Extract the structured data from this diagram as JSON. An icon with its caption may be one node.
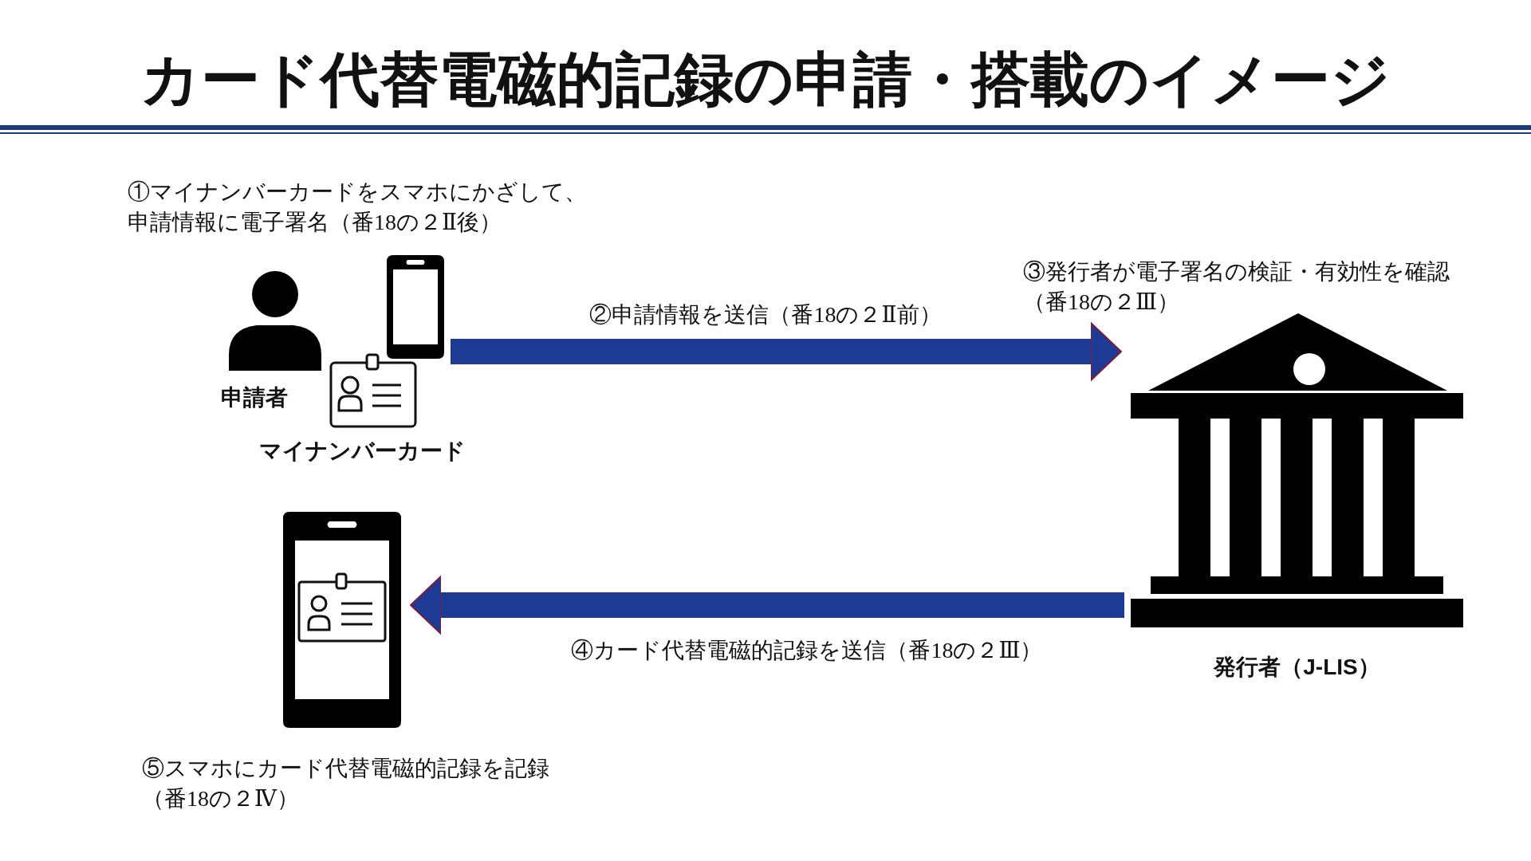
{
  "diagram": {
    "title": "カード代替電磁的記録の申請・搭載のイメージ",
    "nodes": [
      {
        "text": [
          "申請者"
        ]
      },
      {
        "text": [
          "マイナンバーカード"
        ]
      },
      {
        "text": [],
        "shape": "phone"
      },
      {
        "text": [
          "発行者（J-LIS）"
        ],
        "beside": [
          "③発行者が電子署名の検証・有効性を確認（番18の２Ⅲ）"
        ]
      },
      {
        "text": [],
        "shape": "phone"
      }
    ],
    "edges": [
      {
        "from": 2,
        "to": 3,
        "arrow": "to",
        "label": "②申請情報を送信（番18の２Ⅱ前）"
      },
      {
        "from": 3,
        "to": 4,
        "arrow": "to",
        "label": "④カード代替電磁的記録を送信（番18の２Ⅲ）"
      }
    ],
    "labels": [
      "①マイナンバーカードをスマホにかざして、申請情報に電子署名（番18の２Ⅱ後）",
      "⑤スマホにカード代替電磁的記録を記録（番18の２Ⅳ）"
    ]
  }
}
